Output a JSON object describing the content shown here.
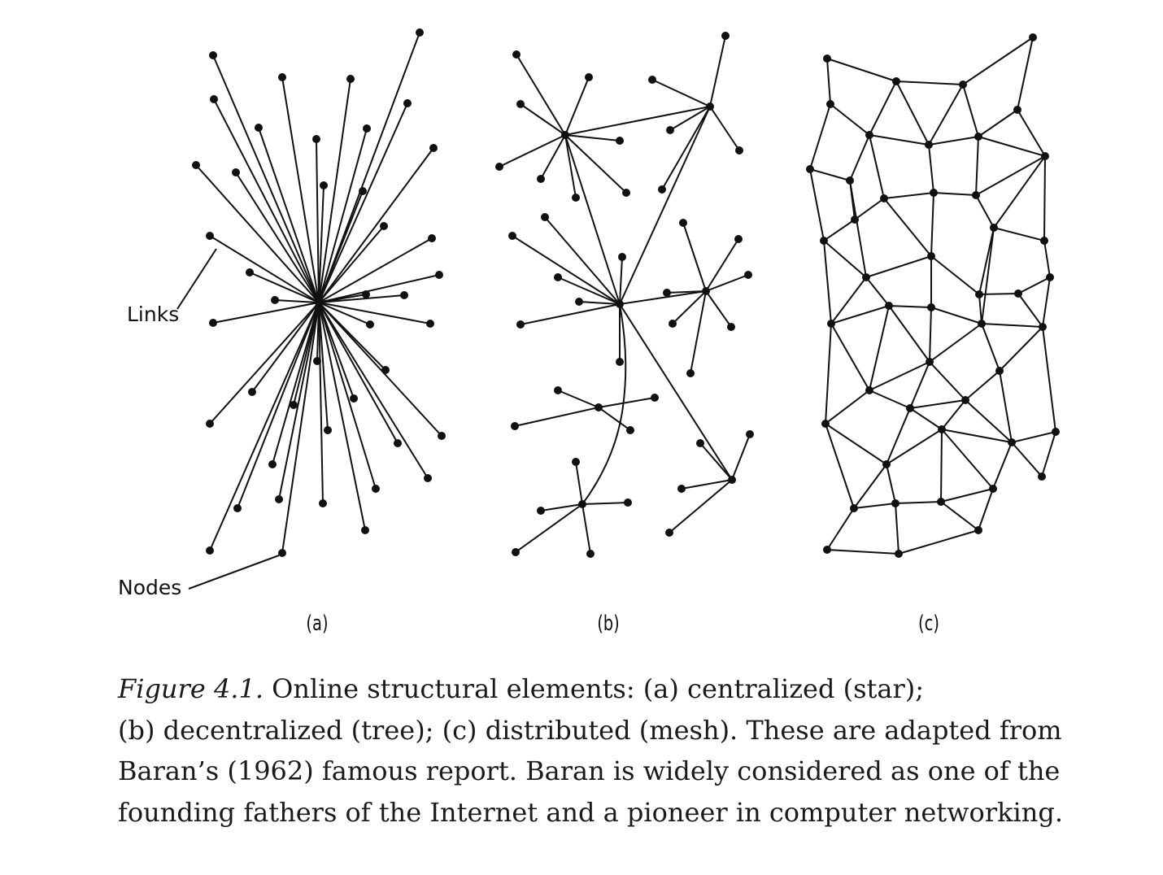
{
  "labels": {
    "links": "Links",
    "nodes": "Nodes",
    "a": "(a)",
    "b": "(b)",
    "c": "(c)"
  },
  "caption": {
    "figure_label": "Figure 4.1.",
    "line1": " Online structural elements: (a) centralized (star);",
    "line2": "(b) decentralized (tree); (c) distributed (mesh). These are adapted from",
    "line3": "Baran’s (1962) famous report. Baran is widely considered as one of the",
    "line4": "founding fathers of the Internet and a pioneer in computer networking."
  },
  "colors": {
    "ink": "#111111",
    "background": "#ffffff"
  }
}
